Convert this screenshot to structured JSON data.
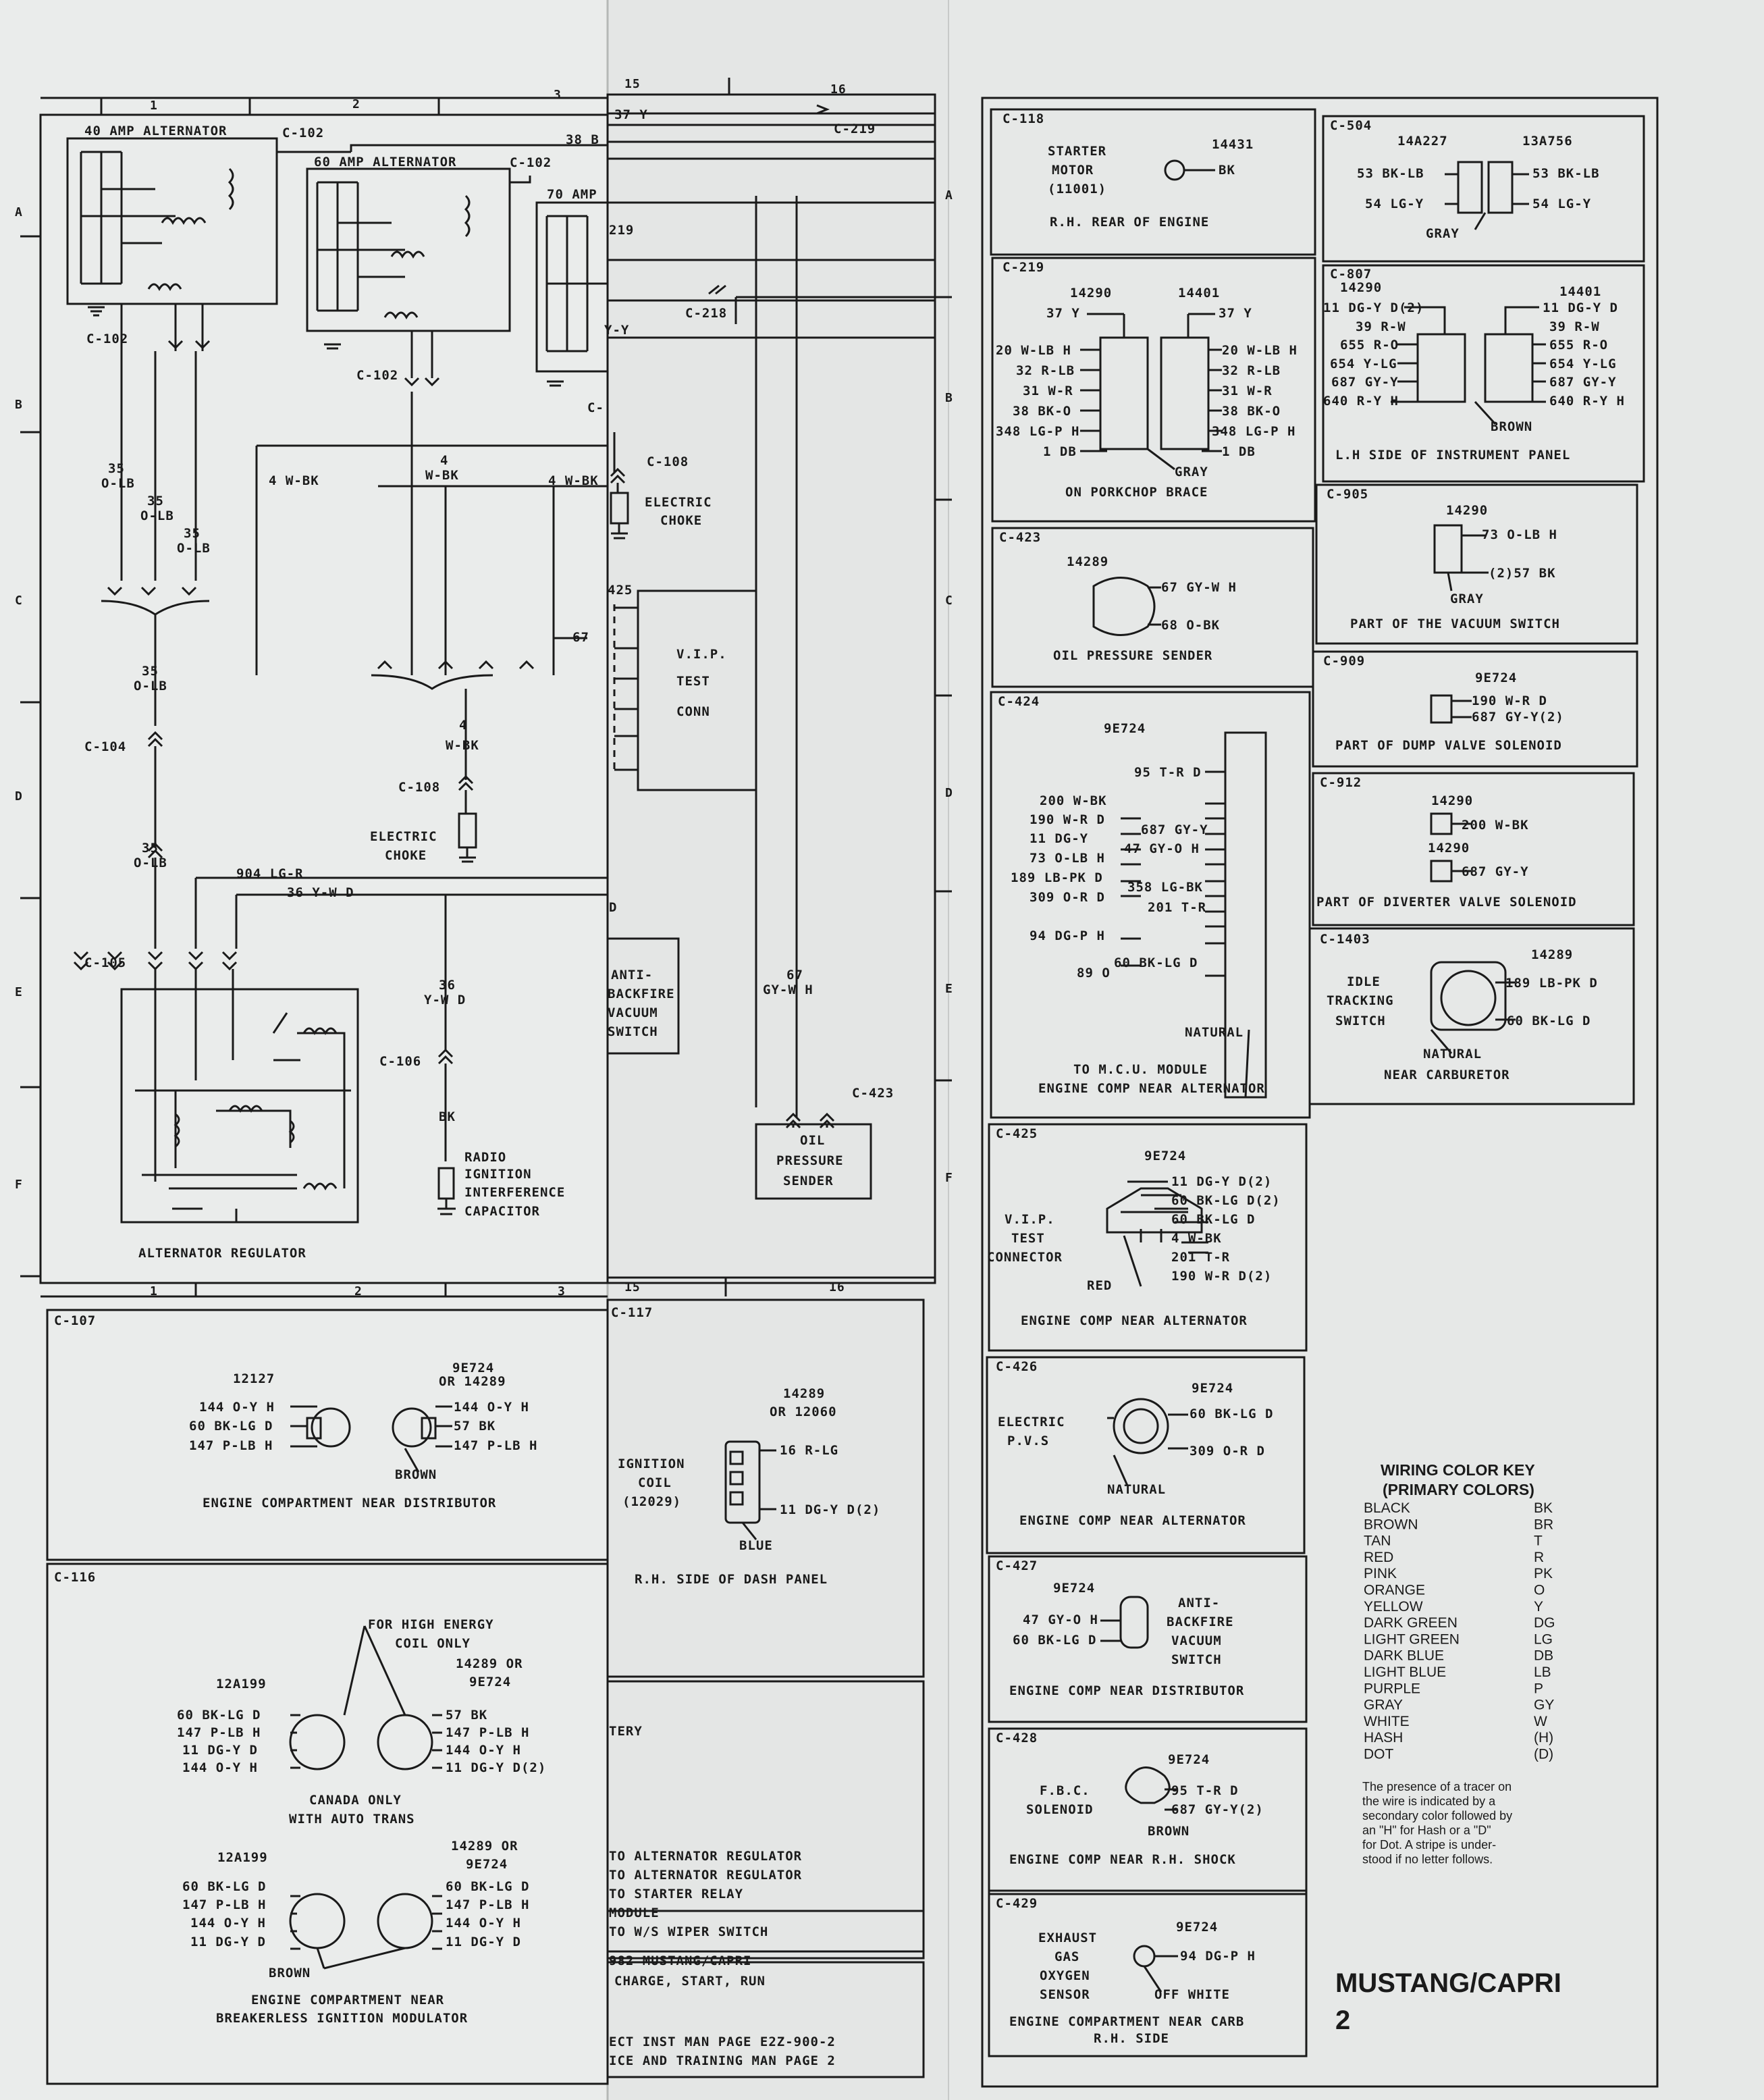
{
  "page": {
    "title": "MUSTANG/CAPRI",
    "page_no": "2"
  },
  "grid": {
    "top_cols": [
      "1",
      "2",
      "3",
      "15",
      "16"
    ],
    "rows": [
      "A",
      "B",
      "C",
      "D",
      "E",
      "F"
    ]
  },
  "schematic": {
    "alt40": "40 AMP ALTERNATOR",
    "alt60": "60 AMP ALTERNATOR",
    "alt70": "70 AMP",
    "c102": "C-102",
    "c104": "C-104",
    "c105": "C-105",
    "c106": "C-106",
    "c108": "C-108",
    "c218": "C-218",
    "c219": "C-219",
    "c423": "C-423",
    "w38": "38 B",
    "w37": "37 Y",
    "w219": "219",
    "wy": "Y-Y",
    "wc": "C-",
    "w35": "35",
    "w35b": "35",
    "w35c": "35",
    "w35d": "35",
    "w35e": "35",
    "olb": "O-LB",
    "olb2": "O-LB",
    "olb3": "O-LB",
    "olb4": "O-LB",
    "olb5": "O-LB",
    "w4wbk": "4 W-BK",
    "w4wbk2": "4 W-BK",
    "w4": "4",
    "wwbk": "W-BK",
    "w4d": "4",
    "wwbkd": "W-BK",
    "w67": "67",
    "w425": "425",
    "w904": "904 LG-R",
    "w36yw": "36 Y-W D",
    "w36": "36",
    "wywd": "Y-W D",
    "wbk": "BK",
    "w67b": "67",
    "wgyw": "GY-W H",
    "elec_choke": "ELECTRIC",
    "choke": "CHOKE",
    "elec_choke2": "ELECTRIC",
    "choke2": "CHOKE",
    "vip1": "V.I.P.",
    "vip2": "TEST",
    "vip3": "CONN",
    "anti1": "ANTI-",
    "anti2": "BACKFIRE",
    "anti3": "VACUUM",
    "anti4": "SWITCH",
    "radio1": "RADIO",
    "radio2": "IGNITION",
    "radio3": "INTERFERENCE",
    "radio4": "CAPACITOR",
    "oil1": "OIL",
    "oil2": "PRESSURE",
    "oil3": "SENDER",
    "alt_reg": "ALTERNATOR REGULATOR",
    "d_label": "D"
  },
  "bottom_left": {
    "c107": {
      "id": "C-107",
      "p1": "12127",
      "p2": "9E724",
      "p3": "OR 14289",
      "l1": "144 O-Y H",
      "l2": "60 BK-LG D",
      "l3": "147 P-LB H",
      "r1": "144 O-Y H",
      "r2": "57 BK",
      "r3": "147 P-LB H",
      "color": "BROWN",
      "loc": "ENGINE COMPARTMENT NEAR DISTRIBUTOR"
    },
    "c117": {
      "id": "C-117",
      "p1": "14289",
      "p2": "OR 12060",
      "w1": "16 R-LG",
      "w2": "11 DG-Y D(2)",
      "n1": "IGNITION",
      "n2": "COIL",
      "n3": "(12029)",
      "color": "BLUE",
      "loc": "R.H. SIDE OF DASH PANEL"
    },
    "c116": {
      "id": "C-116",
      "note1": "FOR HIGH ENERGY",
      "note2": "COIL ONLY",
      "pA": "12A199",
      "pB1": "14289 OR",
      "pB2": "9E724",
      "a1": "60 BK-LG D",
      "a2": "147 P-LB H",
      "a3": "11 DG-Y D",
      "a4": "144 O-Y H",
      "b1": "57 BK",
      "b2": "147 P-LB H",
      "b3": "144 O-Y H",
      "b4": "11 DG-Y D(2)",
      "can1": "CANADA ONLY",
      "can2": "WITH AUTO TRANS",
      "pC": "12A199",
      "pD1": "14289 OR",
      "pD2": "9E724",
      "c1": "60 BK-LG D",
      "c2": "147 P-LB H",
      "c3": "144 O-Y H",
      "c4": "11 DG-Y D",
      "d1": "60 BK-LG D",
      "d2": "147 P-LB H",
      "d3": "144 O-Y H",
      "d4": "11 DG-Y D",
      "color": "BROWN",
      "loc1": "ENGINE COMPARTMENT NEAR",
      "loc2": "BREAKERLESS IGNITION MODULATOR"
    },
    "index": {
      "l0": "TERY",
      "l1": "TO ALTERNATOR REGULATOR",
      "l2": "TO ALTERNATOR REGULATOR",
      "l3": "TO STARTER RELAY",
      "l4": "MODULE",
      "l5": "TO W/S WIPER SWITCH",
      "t1": "982 MUSTANG/CAPRI",
      "t2": "CHARGE, START, RUN",
      "r1": "ECT INST MAN PAGE E2Z-900-2",
      "r2": "ICE AND TRAINING MAN PAGE 2"
    }
  },
  "connectors": {
    "c118": {
      "id": "C-118",
      "n1": "STARTER",
      "n2": "MOTOR",
      "n3": "(11001)",
      "part": "14431",
      "wire": "BK",
      "loc": "R.H. REAR OF ENGINE"
    },
    "c504": {
      "id": "C-504",
      "p1": "14A227",
      "p2": "13A756",
      "l1": "53 BK-LB",
      "l2": "54 LG-Y",
      "r1": "53 BK-LB",
      "r2": "54 LG-Y",
      "color": "GRAY"
    },
    "c219": {
      "id": "C-219",
      "p1": "14290",
      "p2": "14401",
      "t1": "37 Y",
      "t2": "37 Y",
      "l": [
        "20 W-LB H",
        "32 R-LB",
        "31 W-R",
        "38 BK-O",
        "348 LG-P H",
        "1 DB"
      ],
      "r": [
        "20 W-LB H",
        "32 R-LB",
        "31 W-R",
        "38 BK-O",
        "348 LG-P H",
        "1 DB"
      ],
      "color": "GRAY",
      "loc": "ON PORKCHOP BRACE"
    },
    "c807": {
      "id": "C-807",
      "p1": "14290",
      "p2": "14401",
      "l": [
        "11 DG-Y D(2)",
        "39 R-W",
        "655 R-O",
        "654 Y-LG",
        "687 GY-Y",
        "640 R-Y H"
      ],
      "r": [
        "11 DG-Y D",
        "39 R-W",
        "655 R-O",
        "654 Y-LG",
        "687 GY-Y",
        "640 R-Y H"
      ],
      "color": "BROWN",
      "loc": "L.H SIDE OF INSTRUMENT PANEL"
    },
    "c905": {
      "id": "C-905",
      "part": "14290",
      "w1": "73 O-LB H",
      "w2": "(2)57 BK",
      "color": "GRAY",
      "loc": "PART OF THE VACUUM SWITCH"
    },
    "c423": {
      "id": "C-423",
      "part": "14289",
      "w1": "67 GY-W H",
      "w2": "68 O-BK",
      "loc": "OIL PRESSURE SENDER"
    },
    "c909": {
      "id": "C-909",
      "part": "9E724",
      "w1": "190 W-R D",
      "w2": "687 GY-Y(2)",
      "loc": "PART OF DUMP VALVE SOLENOID"
    },
    "c424": {
      "id": "C-424",
      "part": "9E724",
      "w": [
        "95 T-R D",
        "200 W-BK",
        "190 W-R D",
        "687 GY-Y",
        "11 DG-Y",
        "47 GY-O H",
        "73 O-LB H",
        "189 LB-PK D",
        "358 LG-BK",
        "309 O-R D",
        "201 T-R",
        "94 DG-P H",
        "60 BK-LG D",
        "89 O"
      ],
      "color": "NATURAL",
      "loc1": "TO M.C.U. MODULE",
      "loc2": "ENGINE COMP NEAR ALTERNATOR"
    },
    "c912": {
      "id": "C-912",
      "p1": "14290",
      "w1": "200 W-BK",
      "p2": "14290",
      "w2": "687 GY-Y",
      "loc": "PART OF DIVERTER VALVE SOLENOID"
    },
    "c1403": {
      "id": "C-1403",
      "part": "14289",
      "n1": "IDLE",
      "n2": "TRACKING",
      "n3": "SWITCH",
      "w1": "189 LB-PK D",
      "w2": "60 BK-LG D",
      "color": "NATURAL",
      "loc": "NEAR CARBURETOR"
    },
    "c425": {
      "id": "C-425",
      "part": "9E724",
      "n1": "V.I.P.",
      "n2": "TEST",
      "n3": "CONNECTOR",
      "w": [
        "11 DG-Y D(2)",
        "60 BK-LG D(2)",
        "60 BK-LG D",
        "4 W-BK",
        "201 T-R",
        "190 W-R D(2)"
      ],
      "color": "RED",
      "loc": "ENGINE COMP NEAR ALTERNATOR"
    },
    "c426": {
      "id": "C-426",
      "part": "9E724",
      "n1": "ELECTRIC",
      "n2": "P.V.S",
      "w1": "60 BK-LG D",
      "w2": "309 O-R D",
      "color": "NATURAL",
      "loc": "ENGINE COMP NEAR ALTERNATOR"
    },
    "c427": {
      "id": "C-427",
      "part": "9E724",
      "w1": "47 GY-O H",
      "w2": "60 BK-LG D",
      "n1": "ANTI-",
      "n2": "BACKFIRE",
      "n3": "VACUUM",
      "n4": "SWITCH",
      "loc": "ENGINE COMP NEAR DISTRIBUTOR"
    },
    "c428": {
      "id": "C-428",
      "part": "9E724",
      "n1": "F.B.C.",
      "n2": "SOLENOID",
      "w1": "95 T-R D",
      "w2": "687 GY-Y(2)",
      "color": "BROWN",
      "loc": "ENGINE COMP NEAR R.H. SHOCK"
    },
    "c429": {
      "id": "C-429",
      "part": "9E724",
      "n1": "EXHAUST",
      "n2": "GAS",
      "n3": "OXYGEN",
      "n4": "SENSOR",
      "w1": "94 DG-P H",
      "color": "OFF WHITE",
      "loc1": "ENGINE COMPARTMENT NEAR CARB",
      "loc2": "R.H. SIDE"
    }
  },
  "color_key": {
    "title1": "WIRING COLOR KEY",
    "title2": "(PRIMARY COLORS)",
    "rows": [
      [
        "BLACK",
        "BK"
      ],
      [
        "BROWN",
        "BR"
      ],
      [
        "TAN",
        "T"
      ],
      [
        "RED",
        "R"
      ],
      [
        "PINK",
        "PK"
      ],
      [
        "ORANGE",
        "O"
      ],
      [
        "YELLOW",
        "Y"
      ],
      [
        "DARK GREEN",
        "DG"
      ],
      [
        "LIGHT GREEN",
        "LG"
      ],
      [
        "DARK BLUE",
        "DB"
      ],
      [
        "LIGHT BLUE",
        "LB"
      ],
      [
        "PURPLE",
        "P"
      ],
      [
        "GRAY",
        "GY"
      ],
      [
        "WHITE",
        "W"
      ],
      [
        "HASH",
        "(H)"
      ],
      [
        "DOT",
        "(D)"
      ]
    ],
    "note": [
      "The presence of a tracer on",
      "the wire is indicated by a",
      "secondary color followed by",
      "an \"H\" for Hash or a \"D\"",
      "for Dot. A stripe is under-",
      "stood if no letter follows."
    ]
  }
}
